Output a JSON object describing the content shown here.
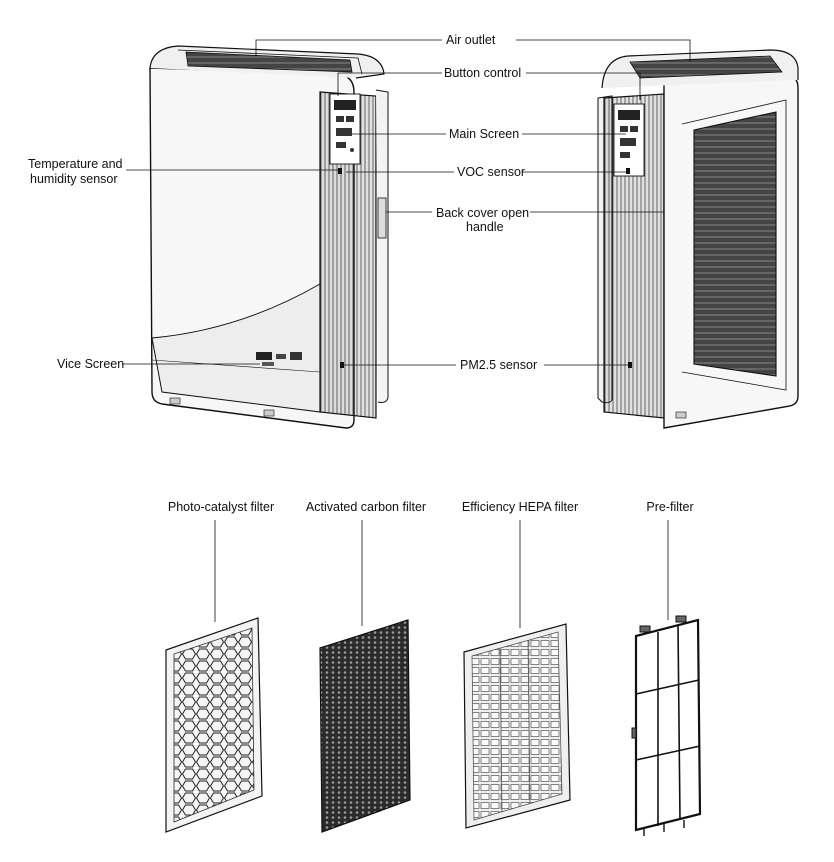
{
  "callouts": {
    "air_outlet": "Air outlet",
    "button_control": "Button control",
    "main_screen": "Main Screen",
    "temp_humidity": [
      "Temperature and",
      "humidity sensor"
    ],
    "voc_sensor": "VOC sensor",
    "back_cover": [
      "Back cover open",
      "handle"
    ],
    "vice_screen": "Vice Screen",
    "pm25_sensor": "PM2.5 sensor"
  },
  "filters": [
    {
      "label": "Photo-catalyst filter"
    },
    {
      "label": "Activated carbon filter"
    },
    {
      "label": "Efficiency HEPA filter"
    },
    {
      "label": "Pre-filter"
    }
  ],
  "colors": {
    "line": "#111111",
    "body_fill": "#f4f4f4",
    "carbon": "#2a2a2a"
  }
}
